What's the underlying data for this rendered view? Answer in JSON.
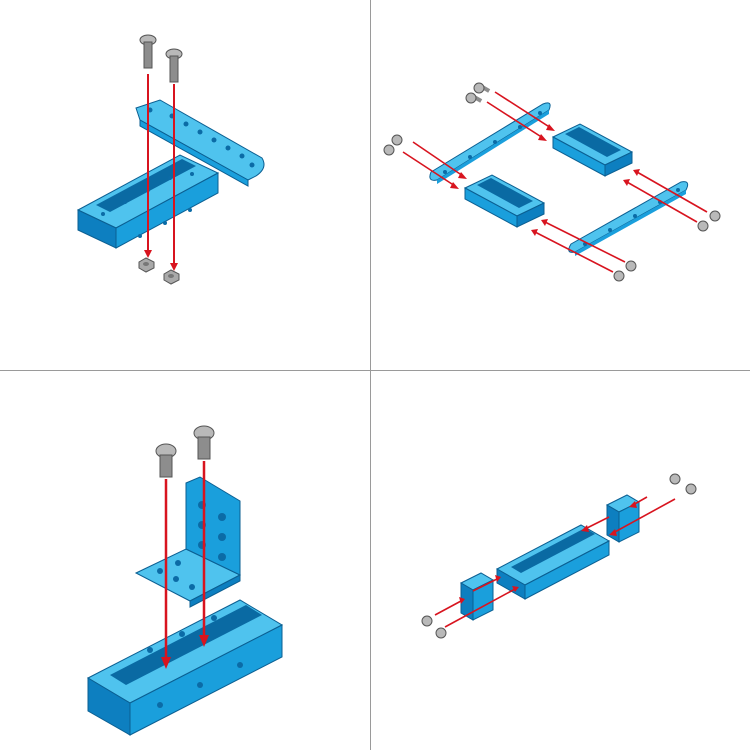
{
  "colors": {
    "background": "#ffffff",
    "part_top": "#4fc3ee",
    "part_front": "#1a9fdc",
    "part_side": "#0d7fc0",
    "part_groove": "#0a6aa3",
    "part_edge": "#0b5f92",
    "hole": "#0b6ba6",
    "screw_head": "#b9b9b9",
    "screw_shank": "#8d8d8d",
    "screw_edge": "#555555",
    "nut": "#a9a9a9",
    "arrow": "#d8141f",
    "divider": "#9a9a9a"
  },
  "icons": {
    "screw": "socket-head-screw-icon",
    "nut": "hex-nut-icon",
    "beam": "slotted-beam-icon",
    "plate": "flat-plate-icon",
    "bracket": "l-bracket-icon",
    "connector": "end-connector-icon",
    "arrow": "insertion-arrow-icon"
  },
  "panels": [
    {
      "id": "step-1",
      "description_icon": "beam-plate-screw-nut-assembly"
    },
    {
      "id": "step-2",
      "description_icon": "frame-assembly"
    },
    {
      "id": "step-3",
      "description_icon": "bracket-beam-assembly"
    },
    {
      "id": "step-4",
      "description_icon": "connector-beam-assembly"
    }
  ]
}
